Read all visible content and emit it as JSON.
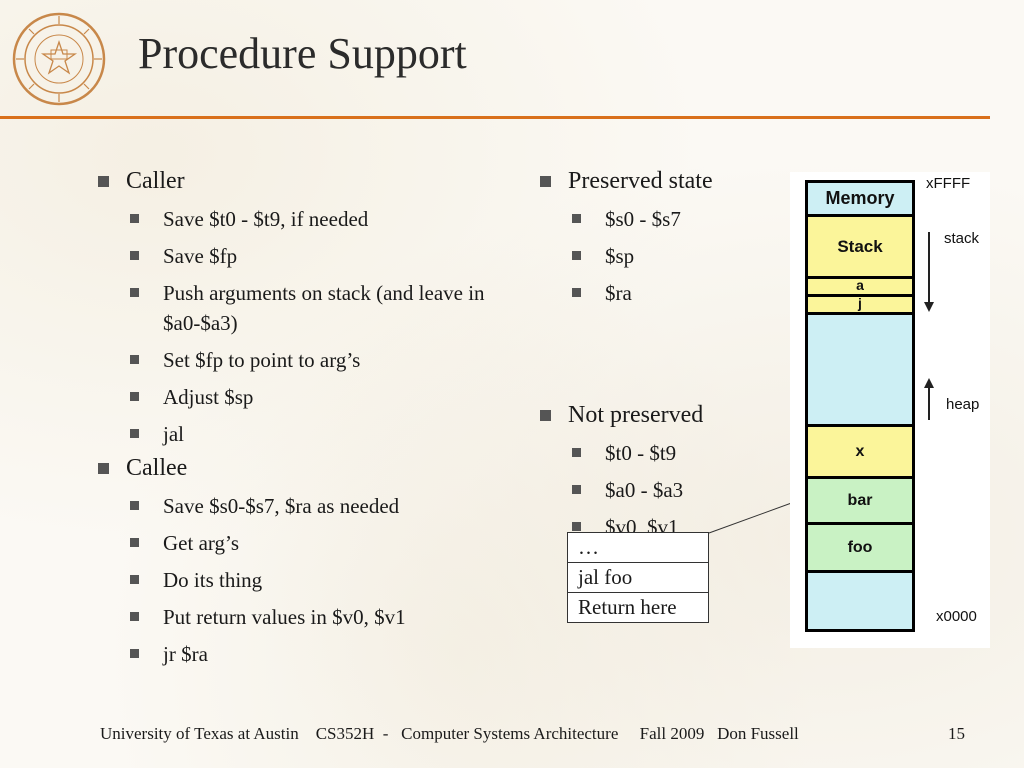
{
  "slide": {
    "title": "Procedure Support"
  },
  "seal": {
    "icon": "university-seal-icon",
    "color": "#c8884a"
  },
  "left_column": {
    "caller": {
      "label": "Caller",
      "items": [
        "Save $t0 - $t9, if needed",
        "Save $fp",
        "Push arguments on stack (and leave in $a0-$a3)",
        "Set $fp to point to arg’s",
        "Adjust $sp",
        "jal"
      ]
    },
    "callee": {
      "label": "Callee",
      "items": [
        "Save $s0-$s7, $ra as needed",
        "Get arg’s",
        "Do its thing",
        "Put return values in $v0, $v1",
        "jr $ra"
      ]
    }
  },
  "right_column": {
    "preserved": {
      "label": "Preserved state",
      "items": [
        "$s0 - $s7",
        "$sp",
        "$ra"
      ]
    },
    "not_preserved": {
      "label": "Not preserved",
      "items": [
        "$t0 - $t9",
        "$a0 - $a3",
        "$v0, $v1"
      ]
    }
  },
  "code_box": {
    "rows": [
      "…",
      "jal foo",
      "Return here"
    ]
  },
  "memory_diagram": {
    "segments": [
      {
        "label": "Memory",
        "color": "#cdeff4"
      },
      {
        "label": "Stack",
        "color": "#fbf59a"
      },
      {
        "label": "a",
        "color": "#fbf59a"
      },
      {
        "label": "j",
        "color": "#fbf59a"
      },
      {
        "label": "",
        "color": "#cdeff4"
      },
      {
        "label": "x",
        "color": "#fbf59a"
      },
      {
        "label": "bar",
        "color": "#c9f2c4"
      },
      {
        "label": "foo",
        "color": "#c9f2c4"
      },
      {
        "label": "",
        "color": "#cdeff4"
      }
    ],
    "top_address": "xFFFF",
    "bottom_address": "x0000",
    "stack_label": "stack",
    "heap_label": "heap"
  },
  "footer": {
    "university": "University of Texas at Austin",
    "course": "CS352H  -   Computer Systems Architecture",
    "term": "Fall 2009",
    "instructor": "Don Fussell",
    "page": "15"
  },
  "colors": {
    "accent_rule": "#d9701b",
    "bullet": "#555555"
  }
}
